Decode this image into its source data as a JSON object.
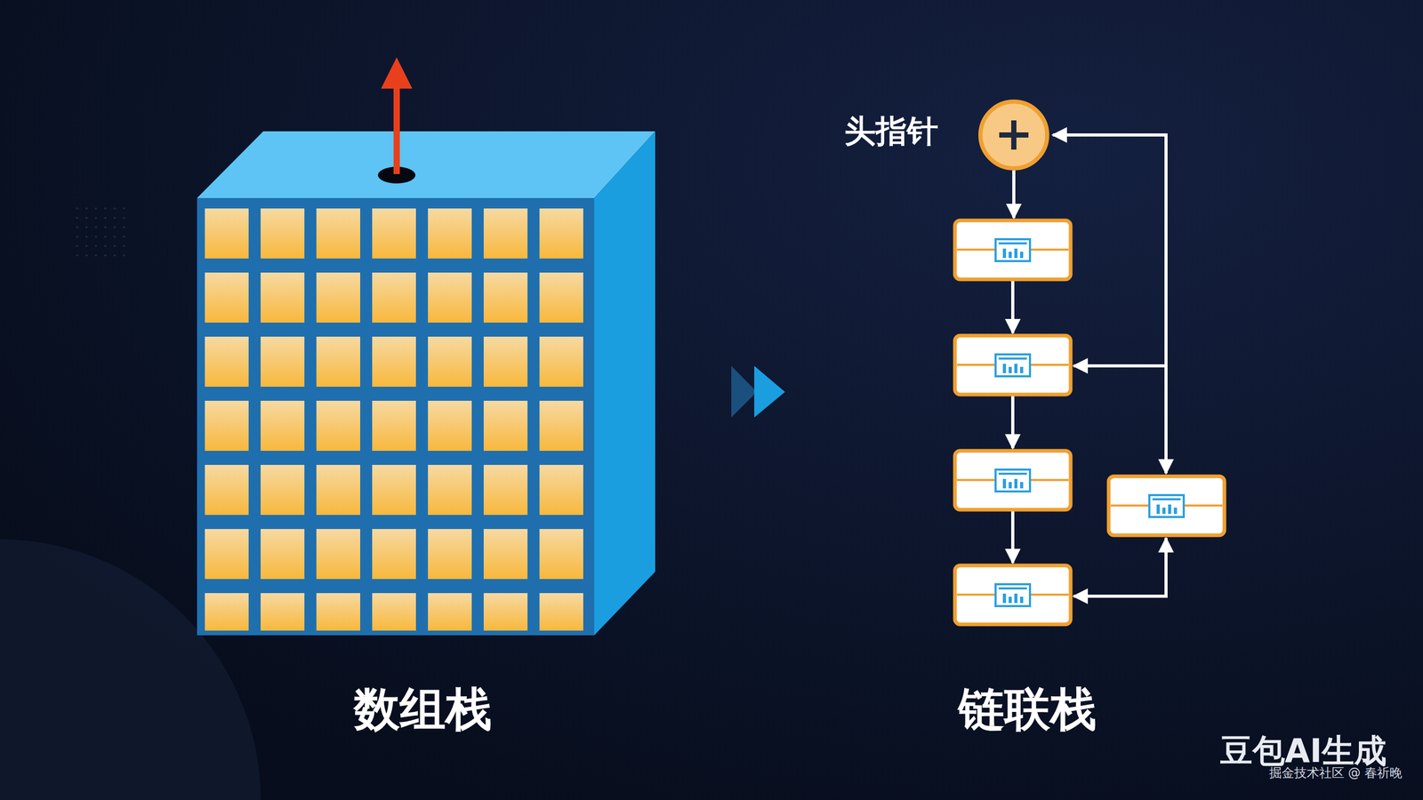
{
  "diagram": {
    "nodes": [
      {
        "text": [
          "头指针"
        ]
      }
    ],
    "labels": [
      "数组栈",
      "链联栈",
      "豆包AI生成",
      "掘金技术社区 @ 春祈晚"
    ]
  }
}
